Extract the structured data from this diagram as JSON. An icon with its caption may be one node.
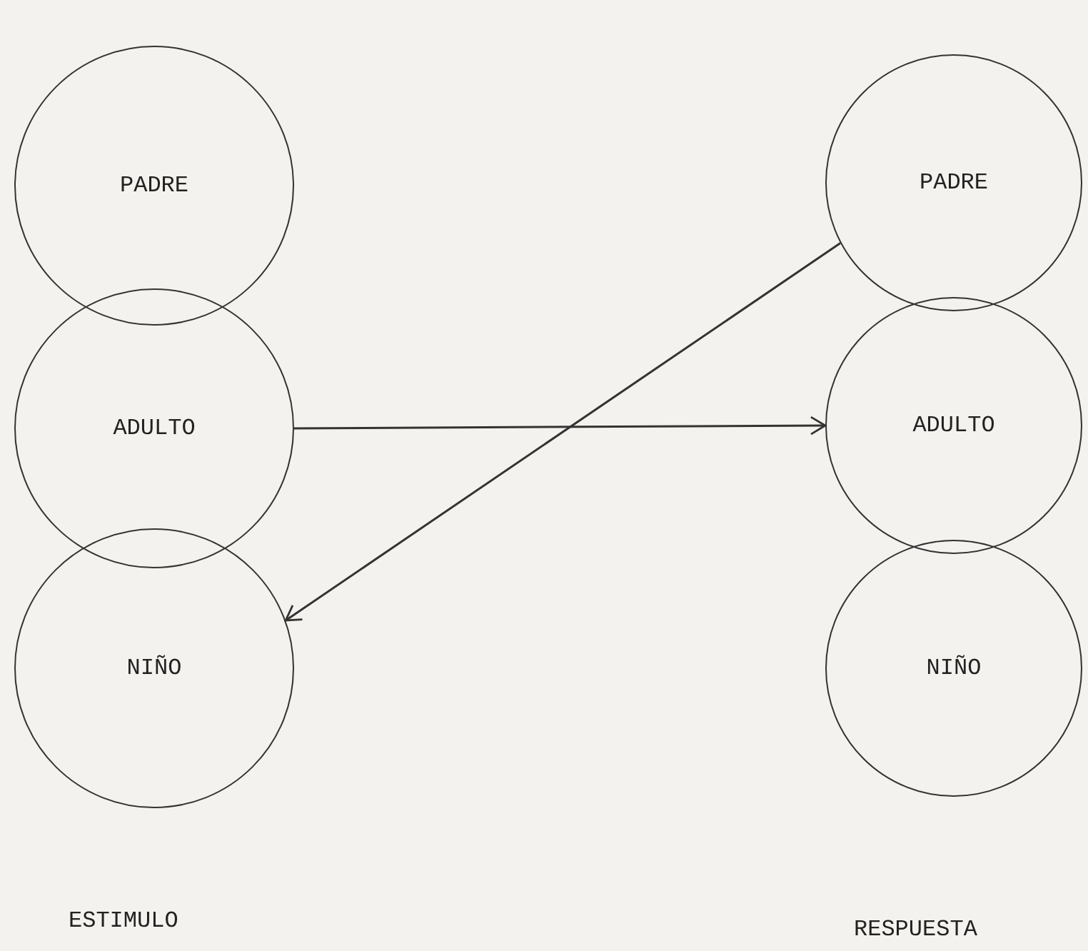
{
  "diagram": {
    "nodes": [
      {
        "text": [
          "PADRE"
        ]
      },
      {
        "text": [
          "ADULTO"
        ]
      },
      {
        "text": [
          "NIÑO"
        ]
      },
      {
        "text": [
          "PADRE"
        ]
      },
      {
        "text": [
          "ADULTO"
        ]
      },
      {
        "text": [
          "NIÑO"
        ]
      }
    ],
    "edges": [
      {
        "from": 1,
        "to": 4,
        "arrow": "to"
      },
      {
        "from": 3,
        "to": 2,
        "arrow": "to"
      }
    ],
    "labels": [
      "ESTIMULO",
      "RESPUESTA"
    ]
  }
}
